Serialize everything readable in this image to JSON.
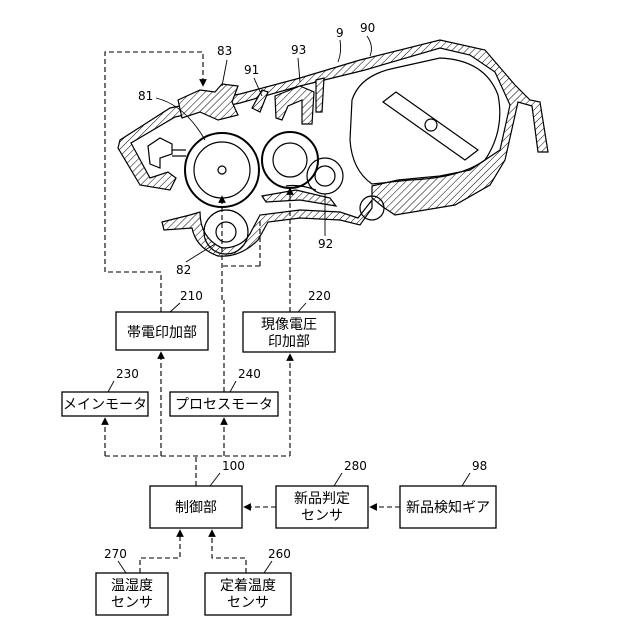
{
  "labels": {
    "l9": "9",
    "l90": "90",
    "l93": "93",
    "l83": "83",
    "l91": "91",
    "l81": "81",
    "l82": "82",
    "l92": "92"
  },
  "blocks": {
    "charge": {
      "num": "210",
      "line1": "帯電印加部"
    },
    "develop": {
      "num": "220",
      "line1": "現像電圧",
      "line2": "印加部"
    },
    "main_motor": {
      "num": "230",
      "line1": "メインモータ"
    },
    "process_motor": {
      "num": "240",
      "line1": "プロセスモータ"
    },
    "controller": {
      "num": "100",
      "line1": "制御部"
    },
    "new_judge": {
      "num": "280",
      "line1": "新品判定",
      "line2": "センサ"
    },
    "new_gear": {
      "num": "98",
      "line1": "新品検知ギア"
    },
    "humidity": {
      "num": "270",
      "line1": "温湿度",
      "line2": "センサ"
    },
    "fix_temp": {
      "num": "260",
      "line1": "定着温度",
      "line2": "センサ"
    }
  }
}
